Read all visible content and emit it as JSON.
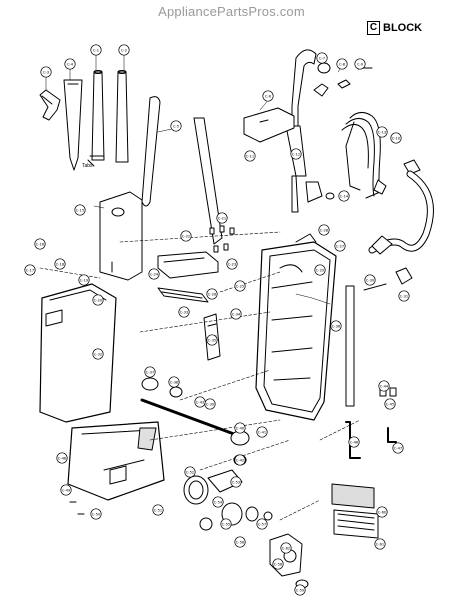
{
  "header": {
    "watermark": "AppliancePartsPros.com",
    "block_letter": "C",
    "block_word": "BLOCK"
  },
  "annotations": {
    "tabs_label": "Tabs"
  },
  "parts": [
    {
      "id": "c1",
      "label": "C-1"
    },
    {
      "id": "c2",
      "label": "C-2"
    },
    {
      "id": "c3",
      "label": "C-3"
    },
    {
      "id": "c4",
      "label": "C-4"
    },
    {
      "id": "c5",
      "label": "C-5"
    },
    {
      "id": "c6",
      "label": "C-6"
    },
    {
      "id": "c7",
      "label": "C-7"
    },
    {
      "id": "c8",
      "label": "C-8"
    },
    {
      "id": "c9",
      "label": "C-9"
    },
    {
      "id": "c10",
      "label": "C-10"
    },
    {
      "id": "c11",
      "label": "C-11"
    },
    {
      "id": "c12",
      "label": "C-12"
    },
    {
      "id": "c13",
      "label": "C-13"
    },
    {
      "id": "c14",
      "label": "C-14"
    },
    {
      "id": "c15",
      "label": "C-15"
    },
    {
      "id": "c16",
      "label": "C-16"
    },
    {
      "id": "c17",
      "label": "C-17"
    },
    {
      "id": "c18",
      "label": "C-18"
    },
    {
      "id": "c19",
      "label": "C-19"
    },
    {
      "id": "c20",
      "label": "C-20"
    },
    {
      "id": "c21",
      "label": "C-21"
    },
    {
      "id": "c22",
      "label": "C-22"
    },
    {
      "id": "c23",
      "label": "C-23"
    },
    {
      "id": "c24",
      "label": "C-24"
    },
    {
      "id": "c25",
      "label": "C-25"
    },
    {
      "id": "c26",
      "label": "C-26"
    },
    {
      "id": "c27",
      "label": "C-27"
    },
    {
      "id": "c28",
      "label": "C-28"
    },
    {
      "id": "c29",
      "label": "C-29"
    },
    {
      "id": "c30",
      "label": "C-30"
    },
    {
      "id": "c31",
      "label": "C-31"
    },
    {
      "id": "c32",
      "label": "C-32"
    },
    {
      "id": "c33",
      "label": "C-33"
    },
    {
      "id": "c34",
      "label": "C-34"
    },
    {
      "id": "c35",
      "label": "C-35"
    },
    {
      "id": "c36",
      "label": "C-36"
    },
    {
      "id": "c37",
      "label": "C-37"
    },
    {
      "id": "c38",
      "label": "C-38"
    },
    {
      "id": "c39",
      "label": "C-39"
    },
    {
      "id": "c40",
      "label": "C-40"
    },
    {
      "id": "c41",
      "label": "C-41"
    },
    {
      "id": "c42",
      "label": "C-42"
    },
    {
      "id": "c43",
      "label": "C-43"
    },
    {
      "id": "c44",
      "label": "C-44"
    },
    {
      "id": "c45",
      "label": "C-45"
    },
    {
      "id": "c46",
      "label": "C-46"
    },
    {
      "id": "c47",
      "label": "C-47"
    },
    {
      "id": "c48",
      "label": "C-48"
    },
    {
      "id": "c49",
      "label": "C-49"
    },
    {
      "id": "c50",
      "label": "C-50"
    },
    {
      "id": "c51",
      "label": "C-51"
    },
    {
      "id": "c52",
      "label": "C-52"
    },
    {
      "id": "c53",
      "label": "C-53"
    },
    {
      "id": "c54",
      "label": "C-54"
    },
    {
      "id": "c55",
      "label": "C-55"
    },
    {
      "id": "c56",
      "label": "C-56"
    },
    {
      "id": "c57",
      "label": "C-57"
    },
    {
      "id": "c58",
      "label": "C-58"
    },
    {
      "id": "c59",
      "label": "C-59"
    },
    {
      "id": "c60",
      "label": "C-60"
    },
    {
      "id": "c61",
      "label": "C-61"
    },
    {
      "id": "c62",
      "label": "C-62"
    }
  ]
}
